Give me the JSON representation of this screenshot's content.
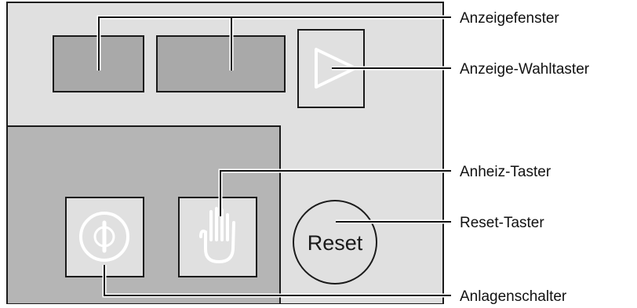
{
  "panel": {
    "labels": {
      "display_window": "Anzeigefenster",
      "display_select_button": "Anzeige-Wahltaster",
      "heating_button": "Anheiz-Taster",
      "reset_button": "Reset-Taster",
      "system_switch": "Anlagenschalter"
    },
    "reset_button_text": "Reset",
    "icons": {
      "display_select": "play-triangle-icon",
      "heating": "hand-icon",
      "system_switch": "power-icon"
    },
    "colors": {
      "panel_light": "#e0e0e0",
      "panel_dark": "#b5b5b5",
      "display": "#a9a9a9",
      "outline": "#1a1a1a"
    }
  }
}
